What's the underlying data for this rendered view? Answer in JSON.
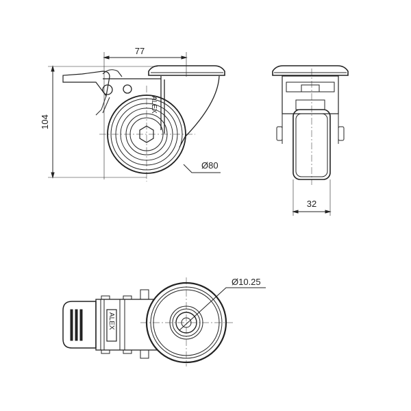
{
  "drawing": {
    "side_view": {
      "width_dim": "77",
      "height_dim": "104",
      "wheel_diameter": "Ø80",
      "logo": "ALEX"
    },
    "front_view": {
      "wheel_width_dim": "32"
    },
    "bottom_view": {
      "axle_diameter": "Ø10.25",
      "logo": "ALEX"
    }
  }
}
